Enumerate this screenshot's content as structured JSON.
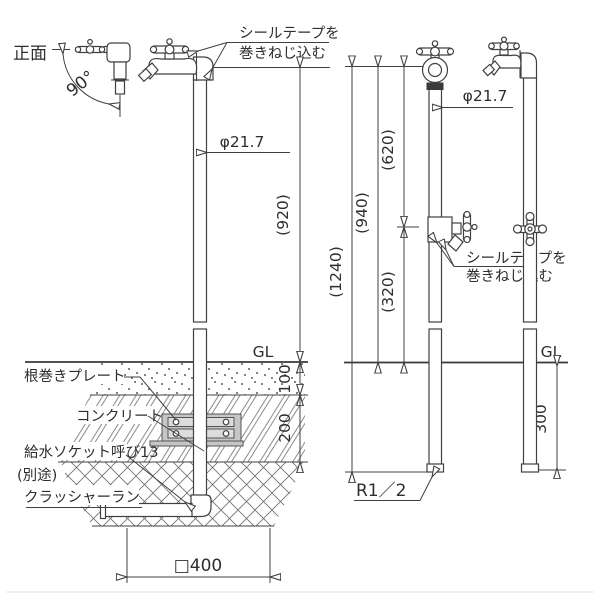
{
  "drawing": {
    "front_view": {
      "label": "正面",
      "angle": "90°"
    },
    "notes": {
      "seal_tape_1": "シールテープを",
      "seal_tape_2": "巻きねじ込む",
      "thread": "R1／2"
    },
    "callouts": {
      "pipe_diameter": "φ21.7",
      "ground_level": "GL",
      "plate": "根巻きプレート",
      "concrete": "コンクリート",
      "socket": "給水ソケット呼び13",
      "socket_note": "(別途)",
      "crusher": "クラッシャーラン"
    },
    "dimensions": {
      "d920": "(920)",
      "d100": "100",
      "d200": "200",
      "d400": "□400",
      "d620": "(620)",
      "d940": "(940)",
      "d1240": "(1240)",
      "d320": "(320)",
      "d300": "300"
    },
    "colors": {
      "line": "#404040",
      "plate_fill": "#c6c6c6",
      "background": "#ffffff"
    }
  }
}
